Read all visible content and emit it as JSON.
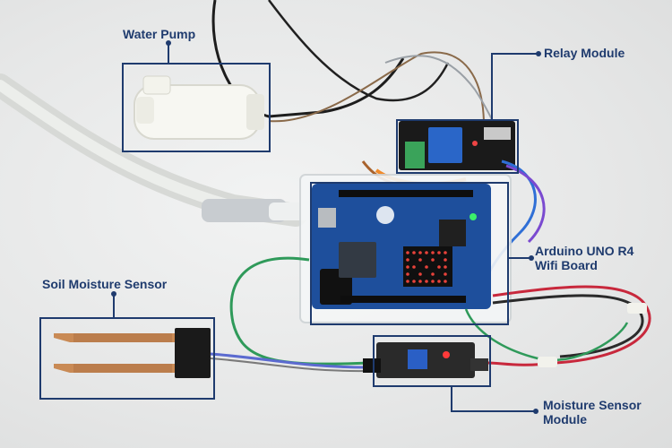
{
  "labels": {
    "water_pump": "Water Pump",
    "relay_module": "Relay Module",
    "arduino_board": [
      "Arduino UNO R4",
      "Wifi Board"
    ],
    "soil_sensor": "Soil Moisture Sensor",
    "moisture_module": [
      "Moisture Sensor",
      "Module"
    ]
  },
  "colors": {
    "annotation": "#1f3b6e",
    "background": "#e9eaea",
    "board": "#1e4f9c",
    "relay_blue": "#2a66c8",
    "terminal_green": "#3aa35a",
    "wire_green": "#2f9a5a",
    "wire_red": "#c8283c",
    "probe_copper": "#c98a55"
  }
}
